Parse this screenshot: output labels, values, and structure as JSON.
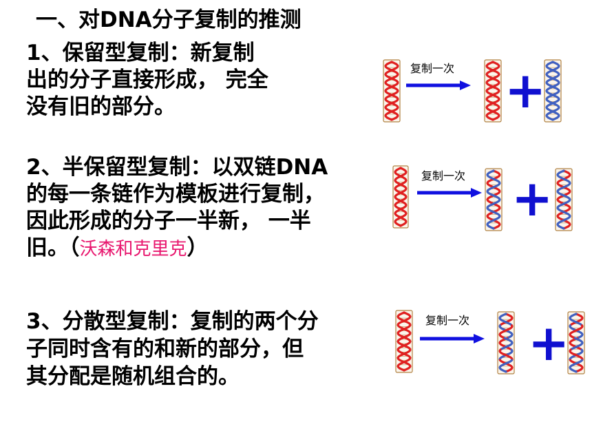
{
  "title": "一、对DNA分子复制的推测",
  "sections": [
    {
      "lines": [
        "1、保留型复制：新复制",
        "出的分子直接形成， 完全",
        "没有旧的部分。"
      ],
      "arrow_caption": "复制一次"
    },
    {
      "lines": [
        "2、半保留型复制：以双链DNA",
        "的每一条链作为模板进行复制，",
        "因此形成的分子一半新， 一半"
      ],
      "last_line_prefix": "旧。（",
      "last_line_highlight": "沃森和克里克",
      "last_line_suffix": "）",
      "arrow_caption": "复制一次"
    },
    {
      "lines": [
        "3、分散型复制：复制的两个分",
        "子同时含有的和新的部分，但",
        "其分配是随机组合的。"
      ],
      "arrow_caption": "复制一次"
    }
  ],
  "plus_symbol": "+",
  "colors": {
    "old_strand": "#e02020",
    "new_strand": "#4060c0",
    "arrow": "#1010e0",
    "highlight": "#e8166e"
  }
}
